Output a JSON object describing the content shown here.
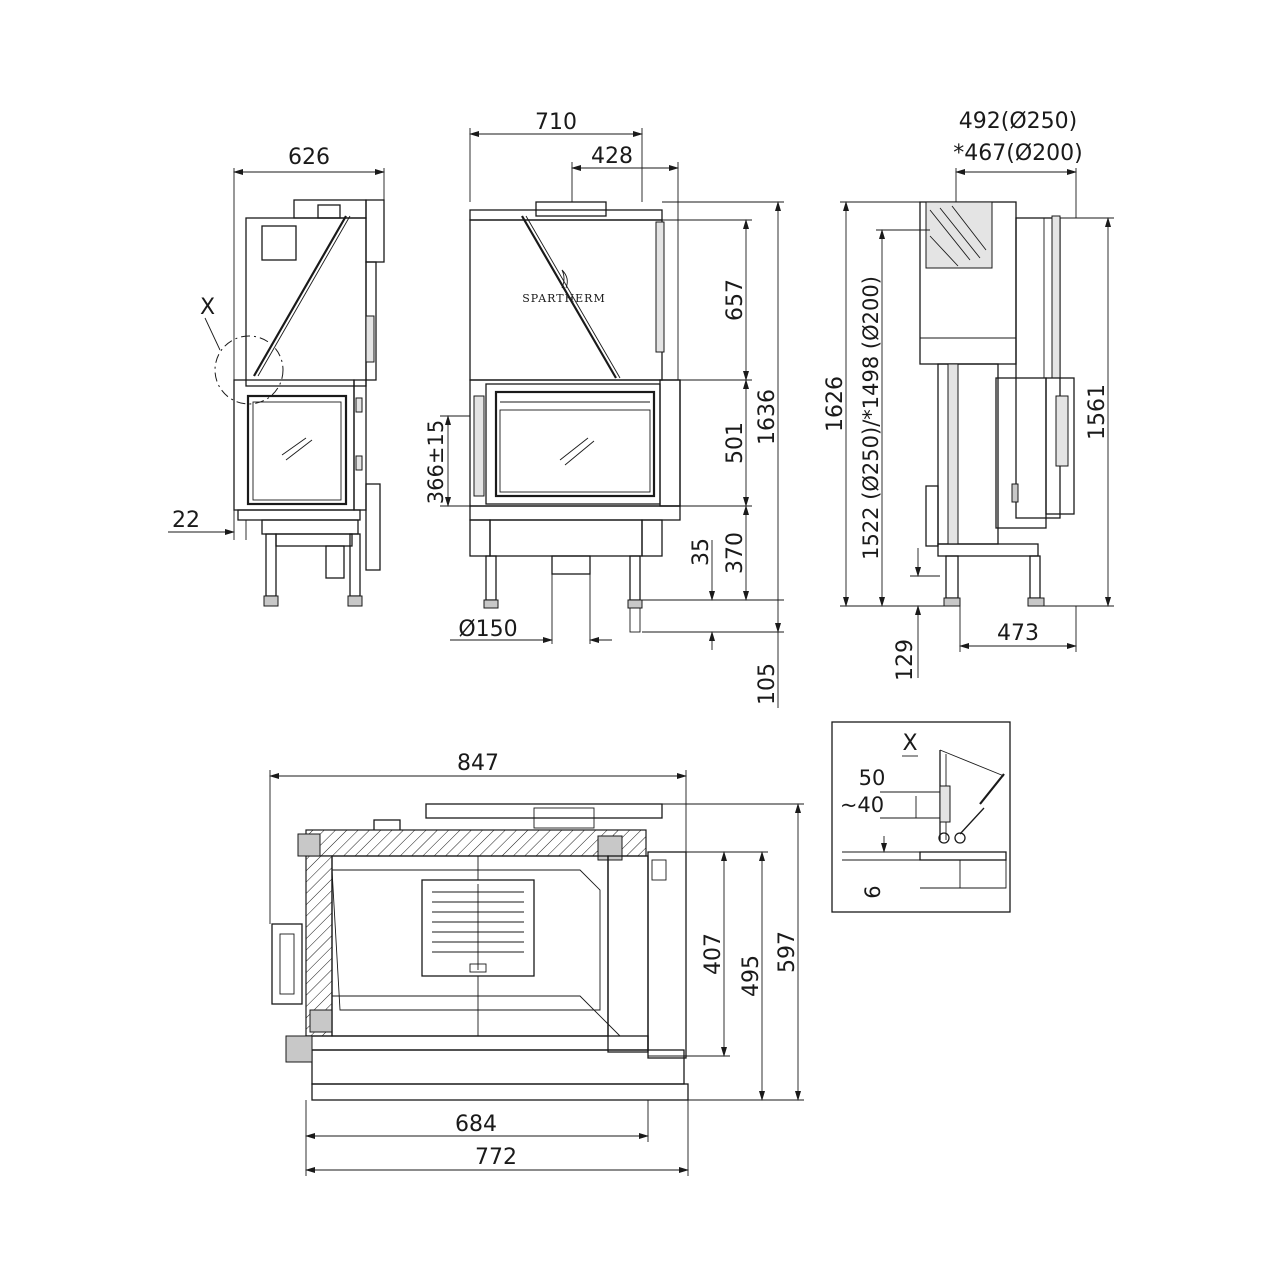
{
  "brand": "SPARTHERM",
  "front_view": {
    "width_total": "710",
    "width_partial": "428",
    "height_upper": "657",
    "height_glass": "501",
    "height_lower": "370",
    "height_total": "1636",
    "side_offset": "366±15",
    "foot_gap": "35",
    "flue_diameter": "Ø150",
    "base_height": "105"
  },
  "left_view": {
    "width": "626",
    "offset": "22",
    "detail_marker": "X"
  },
  "side_view": {
    "flue_offset_250": "492(Ø250)",
    "flue_offset_200": "*467(Ø200)",
    "height_total": "1626",
    "flue_height": "1522 (Ø250)/*1498 (Ø200)",
    "height_right": "1561",
    "depth": "473",
    "base_height": "129"
  },
  "plan_view": {
    "width_total": "847",
    "depth_inner": "407",
    "depth_mid": "495",
    "depth_total": "597",
    "width_inner": "684",
    "width_base": "772"
  },
  "detail_x": {
    "marker": "X",
    "dim_a": "50",
    "dim_b": "~40",
    "dim_c": "6"
  }
}
